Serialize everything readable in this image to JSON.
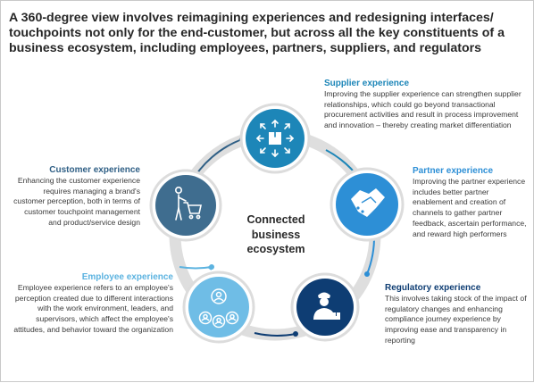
{
  "headline": "A 360-degree view involves reimagining experiences and redesigning interfaces/ touchpoints not only for the end-customer, but across all the key constituents of a business ecosystem, including employees, partners, suppliers, and regulators",
  "center": {
    "line1": "Connected",
    "line2": "business",
    "line3": "ecosystem"
  },
  "supplier": {
    "title": "Supplier experience",
    "body": "Improving the supplier experience can strengthen supplier relationships, which could go beyond transactional procurement activities and result in process improvement and innovation – thereby creating market differentiation",
    "icon": "package-arrows-icon",
    "color": "#1d86b8"
  },
  "partner": {
    "title": "Partner experience",
    "body": "Improving the partner experience includes better partner enablement and creation of channels to gather partner feedback, ascertain performance, and reward high performers",
    "icon": "handshake-icon",
    "color": "#2d8fd6"
  },
  "regulatory": {
    "title": "Regulatory experience",
    "body": "This involves taking stock of the impact of regulatory changes and enhancing compliance journey experience by improving ease and transparency in reporting",
    "icon": "officer-package-icon",
    "color": "#0e3d73"
  },
  "customer": {
    "title": "Customer experience",
    "body": "Enhancing the customer experience requires managing a brand's customer perception, both in terms of customer touchpoint management and product/service design",
    "icon": "shopper-cart-icon",
    "color": "#2f5f85"
  },
  "employee": {
    "title": "Employee experience",
    "body": "Employee experience refers to an employee's perception created due to different interactions with the work environment, leaders, and supervisors, which affect the employee's attitudes, and behavior toward the organization",
    "icon": "team-network-icon",
    "color": "#5cb3e0"
  },
  "ring_color": "#dcdcdc"
}
